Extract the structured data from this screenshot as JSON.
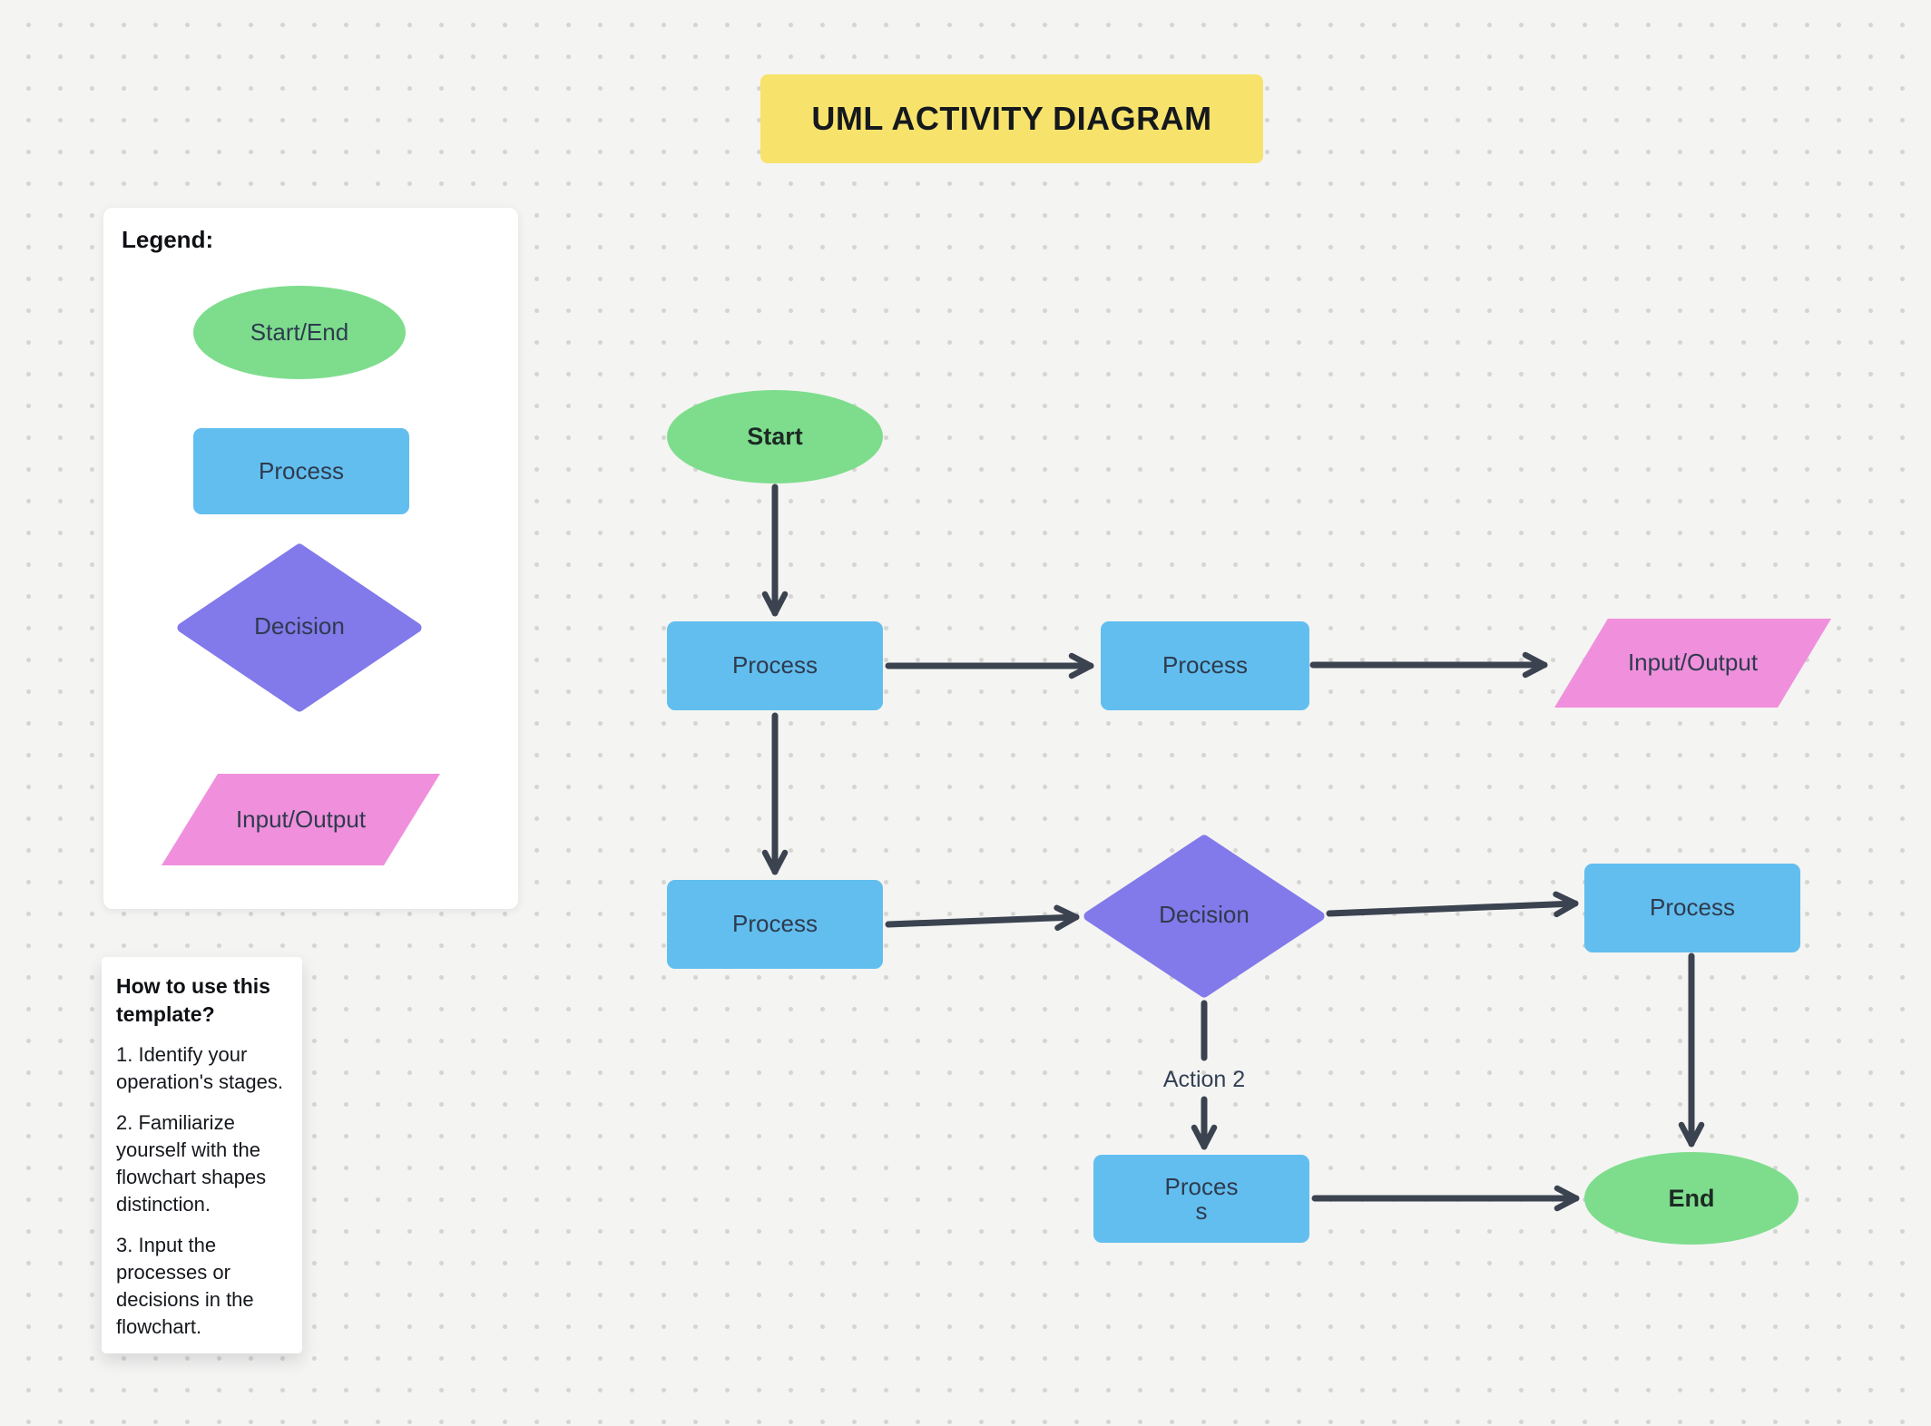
{
  "title": {
    "text": "UML ACTIVITY DIAGRAM"
  },
  "legend": {
    "heading": "Legend:",
    "items": [
      {
        "shape": "ellipse",
        "label": "Start/End"
      },
      {
        "shape": "rectangle",
        "label": "Process"
      },
      {
        "shape": "diamond",
        "label": "Decision"
      },
      {
        "shape": "parallelogram",
        "label": "Input/Output"
      }
    ]
  },
  "instructions": {
    "heading": "How to use this template?",
    "steps": [
      "1. Identify your operation's stages.",
      "2. Familiarize yourself with the flowchart shapes distinction.",
      "3. Input the processes or decisions in the flowchart."
    ]
  },
  "flowchart": {
    "nodes": {
      "start": "Start",
      "process1": "Process",
      "process2": "Process",
      "io": "Input/Output",
      "process3": "Process",
      "decision": "Decision",
      "process4": "Process",
      "process5": "Proces\ns",
      "end": "End"
    },
    "edge_label": "Action 2"
  },
  "colors": {
    "background": "#F4F4F2",
    "dot_grid": "#D5D5D1",
    "title_bg": "#F7E36B",
    "start_end_fill": "#7EDD8D",
    "process_fill": "#62BEEF",
    "decision_fill": "#8279EA",
    "input_output_fill": "#F090DC",
    "arrow": "#3B4350",
    "panel_bg": "#FFFFFF",
    "label_text": "#2E3B4E"
  }
}
